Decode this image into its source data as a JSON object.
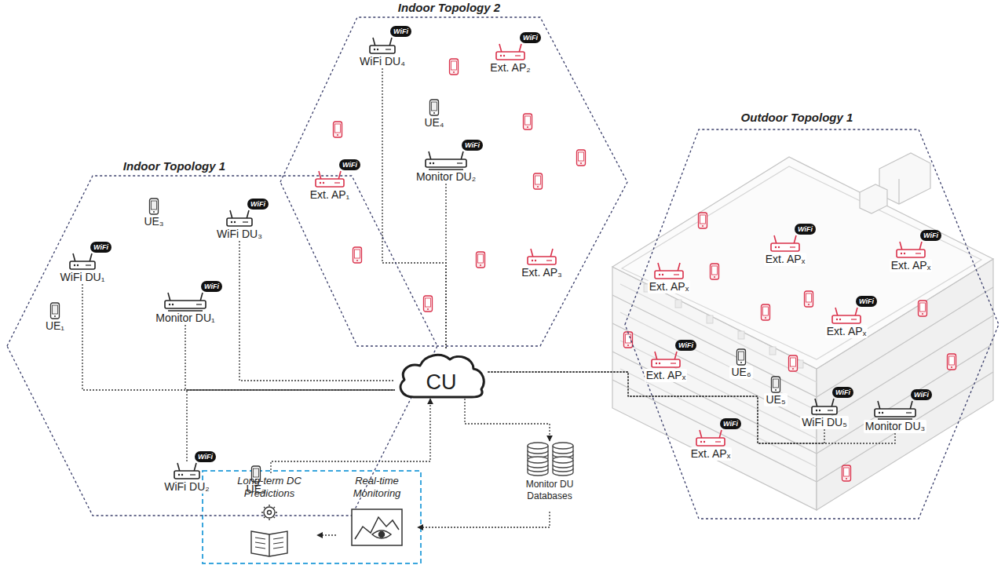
{
  "diagram": {
    "nodes": [
      {
        "text": [
          "Indoor Topology 2"
        ]
      },
      {
        "text": [
          "WiFi DU₄",
          "WiFi"
        ],
        "in": 0
      },
      {
        "text": [
          "Ext. AP₂",
          "WiFi"
        ],
        "in": 0
      },
      {
        "text": [
          "UE₄"
        ],
        "in": 0
      },
      {
        "text": [
          "Monitor DU₂",
          "WiFi"
        ],
        "in": 0
      },
      {
        "text": [
          "Ext. AP₁",
          "WiFi"
        ],
        "in": 0
      },
      {
        "text": [
          "Ext. AP₃"
        ],
        "in": 0
      },
      {
        "text": [
          "Outdoor Topology 1"
        ]
      },
      {
        "text": [
          "Ext. APₓ"
        ],
        "in": 7
      },
      {
        "text": [
          "Ext. APₓ",
          "WiFi"
        ],
        "in": 7
      },
      {
        "text": [
          "Ext. APₓ",
          "WiFi"
        ],
        "in": 7
      },
      {
        "text": [
          "Ext. APₓ",
          "WiFi"
        ],
        "in": 7
      },
      {
        "text": [
          "Ext. APₓ",
          "WiFi"
        ],
        "in": 7
      },
      {
        "text": [
          "UE₆"
        ],
        "in": 7
      },
      {
        "text": [
          "UE₅"
        ],
        "in": 7
      },
      {
        "text": [
          "WiFi DU₅",
          "WiFi"
        ],
        "in": 7
      },
      {
        "text": [
          "Monitor DU₃",
          "WiFi"
        ],
        "in": 7
      },
      {
        "text": [
          "Ext. APₓ",
          "WiFi"
        ],
        "in": 7
      },
      {
        "text": [
          "Indoor Topology 1"
        ]
      },
      {
        "text": [
          "UE₃"
        ],
        "in": 18
      },
      {
        "text": [
          "WiFi DU₃",
          "WiFi"
        ],
        "in": 18
      },
      {
        "text": [
          "WiFi DU₁",
          "WiFi"
        ],
        "in": 18
      },
      {
        "text": [
          "Monitor DU₁",
          "WiFi"
        ],
        "in": 18
      },
      {
        "text": [
          "UE₁"
        ],
        "in": 18
      },
      {
        "text": [
          "WiFi DU₂",
          "WiFi"
        ],
        "in": 18
      },
      {
        "text": [
          "UE₂"
        ],
        "in": 18
      },
      {
        "text": [
          "CU"
        ]
      },
      {
        "text": [
          "Monitor DU Databases"
        ]
      },
      {
        "text": [
          "Long-term DC Predictions"
        ]
      },
      {
        "text": [
          "Real-time Monitoring"
        ]
      }
    ],
    "edges": [
      {
        "from": 1,
        "to": 26,
        "arrow": "none"
      },
      {
        "from": 4,
        "to": 26,
        "arrow": "none"
      },
      {
        "from": 15,
        "to": 26,
        "arrow": "none"
      },
      {
        "from": 16,
        "to": 26,
        "arrow": "none"
      },
      {
        "from": 21,
        "to": 26,
        "arrow": "none"
      },
      {
        "from": 20,
        "to": 26,
        "arrow": "none"
      },
      {
        "from": 22,
        "to": 26,
        "arrow": "none"
      },
      {
        "from": 24,
        "to": 26,
        "arrow": "none"
      },
      {
        "from": 28,
        "to": 26,
        "arrow": "to"
      },
      {
        "from": 26,
        "to": 27,
        "arrow": "to"
      },
      {
        "from": 27,
        "to": 29,
        "arrow": "to"
      },
      {
        "from": 29,
        "to": 28,
        "arrow": "to"
      }
    ]
  }
}
